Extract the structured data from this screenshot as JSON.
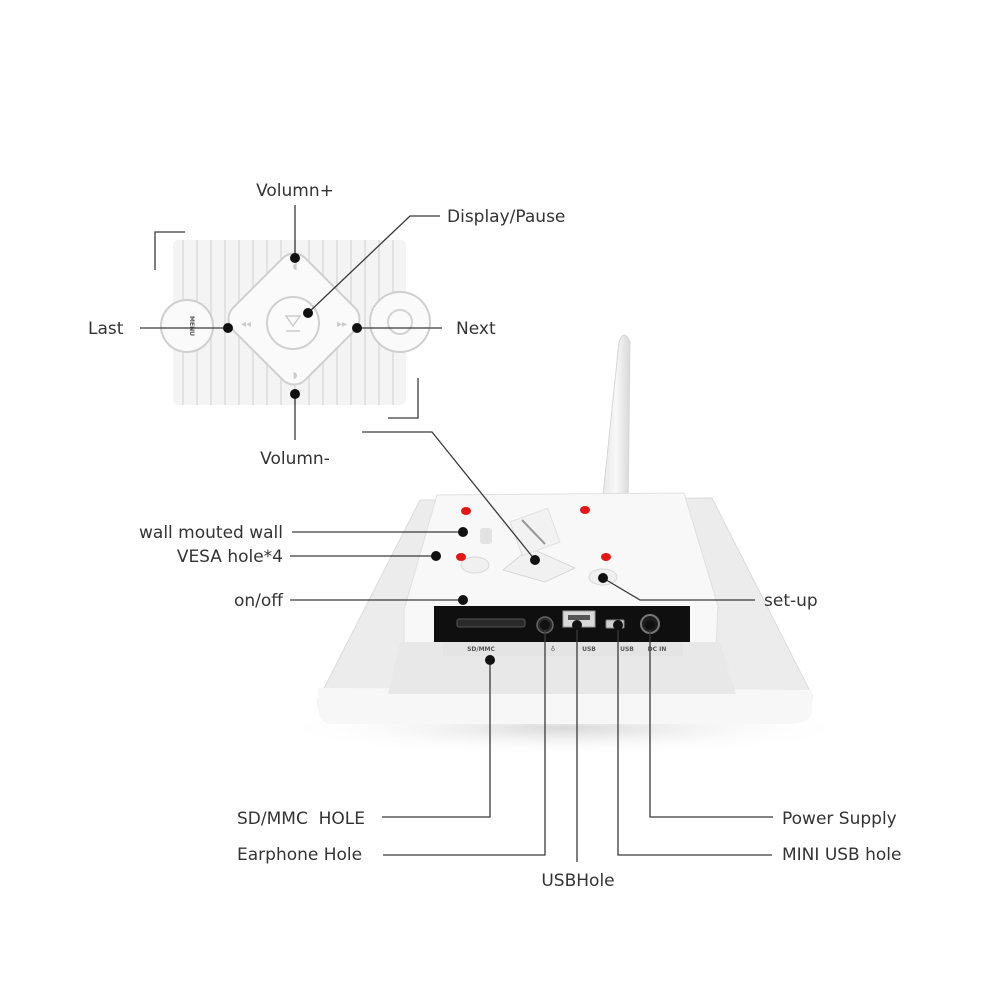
{
  "callouts": {
    "volume_up": "Volumn+",
    "display_pause": "Display/Pause",
    "last": "Last",
    "next": "Next",
    "volume_down": "Volumn-",
    "wall_mount": "wall mouted wall",
    "vesa": "VESA hole*4",
    "on_off": "on/off",
    "setup": "set-up",
    "sd_mmc": "SD/MMC  HOLE",
    "earphone": "Earphone Hole",
    "usb": "USBHole",
    "power": "Power Supply",
    "mini_usb": "MINI USB hole"
  },
  "device": {
    "menu_button": "MENU",
    "port_labels": {
      "sd": "SD/MMC",
      "earphone": "♁",
      "usb": "USB",
      "mini_usb": "USB",
      "dc": "DC IN"
    }
  },
  "colors": {
    "device_body": "#f1f1f1",
    "vesa_marker": "#e01818",
    "leader_line": "#3a3a3a",
    "label_text": "#333333"
  }
}
